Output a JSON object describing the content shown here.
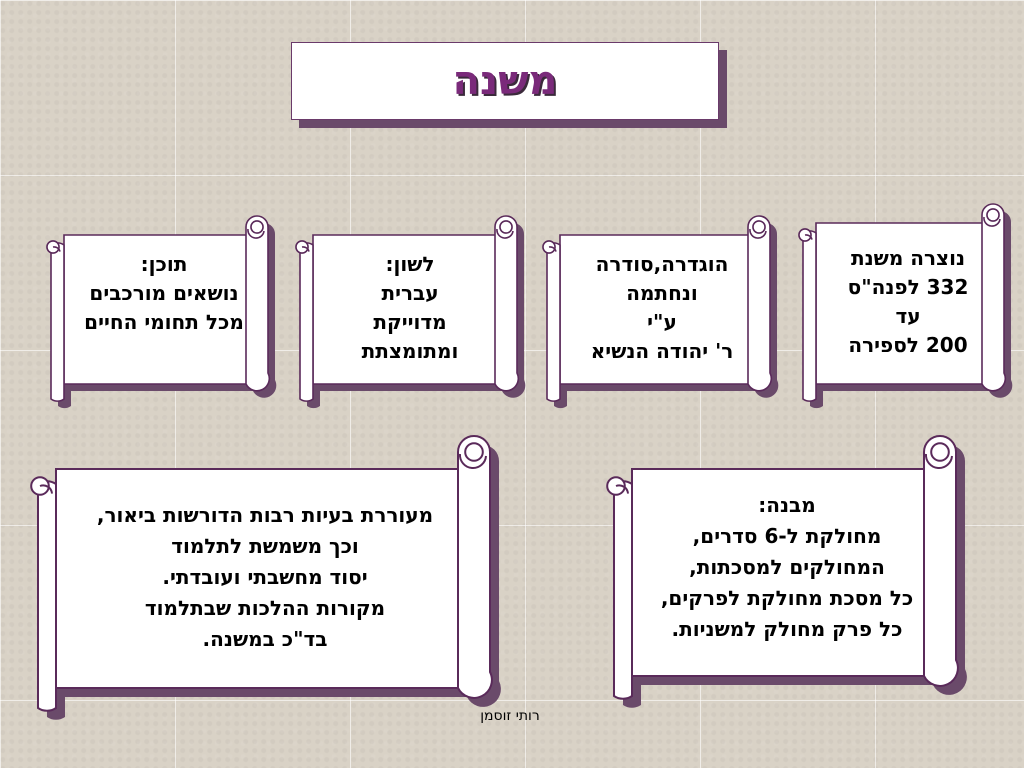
{
  "title": "משנה",
  "scrolls": {
    "content": {
      "lines": [
        "תוכן:",
        "נושאים מורכבים",
        "מכל תחומי החיים"
      ]
    },
    "language": {
      "lines": [
        "לשון:",
        "עברית",
        "מדוייקת",
        "ומתומצתת"
      ]
    },
    "editing": {
      "lines": [
        "הוגדרה,סודרה",
        "ונחתמה",
        "ע\"י",
        "ר' יהודה הנשיא"
      ]
    },
    "dating": {
      "lines": [
        "נוצרה משנת",
        "332 לפנה\"ס",
        "עד",
        "200 לספירה"
      ]
    },
    "importance": {
      "lines": [
        "מעוררת בעיות רבות הדורשות ביאור,",
        "וכך משמשת לתלמוד",
        "יסוד מחשבתי ועובדתי.",
        "מקורות ההלכות שבתלמוד",
        "בד\"כ  במשנה."
      ]
    },
    "structure": {
      "lines": [
        "מבנה:",
        "מחולקת ל-6 סדרים,",
        "המחולקים למסכתות,",
        "כל מסכת מחולקת לפרקים,",
        "כל פרק מחולק למשניות."
      ]
    }
  },
  "footer": "רותי זוסמן",
  "colors": {
    "title": "#7a2a7a",
    "scroll_outline": "#5a2a5a",
    "scroll_shadow": "#6a4a6a",
    "background": "#d9d2c6"
  }
}
